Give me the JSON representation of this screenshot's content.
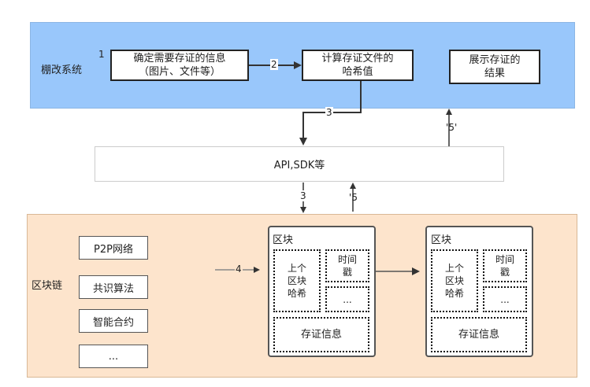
{
  "top": {
    "system_label": "棚改系统",
    "step1_num": "1",
    "box_confirm": "确定需要存证的信息\n（图片、文件等）",
    "box_hash": "计算存证文件的\n哈希值",
    "box_result": "展示存证的\n结果"
  },
  "api_label": "API,SDK等",
  "arrows": {
    "a2": "2",
    "a3_top": "3",
    "a5_top": "5",
    "a3_bottom": "3",
    "a5_bottom": "5",
    "a4": "4"
  },
  "chain": {
    "label": "区块链",
    "items": [
      "P2P网络",
      "共识算法",
      "智能合约",
      "..."
    ]
  },
  "blocks": [
    {
      "title": "区块",
      "prev_hash": "上个\n区块\n哈希",
      "timestamp": "时间\n戳",
      "more": "...",
      "record": "存证信息"
    },
    {
      "title": "区块",
      "prev_hash": "上个\n区块\n哈希",
      "timestamp": "时间\n戳",
      "more": "...",
      "record": "存证信息"
    }
  ]
}
